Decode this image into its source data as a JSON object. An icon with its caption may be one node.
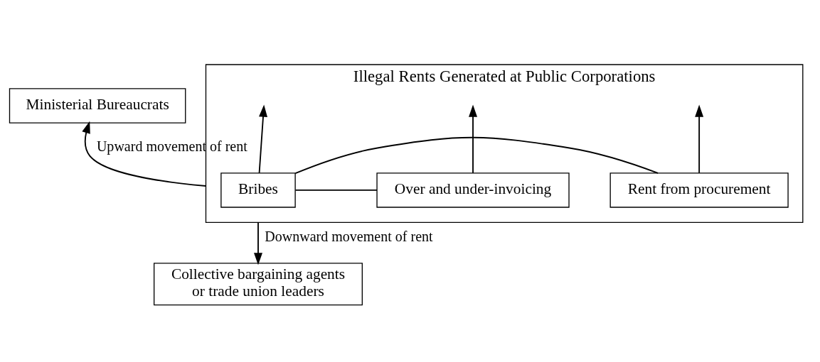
{
  "diagram": {
    "nodes": [
      {
        "text": [
          "Ministerial Bureaucrats"
        ]
      },
      {
        "text": [
          "Illegal Rents Generated at Public Corporations"
        ]
      },
      {
        "text": [
          "Over and under-invoicing"
        ],
        "in": 1
      },
      {
        "text": [
          "Bribes"
        ],
        "in": 1
      },
      {
        "text": [
          "Rent from procurement"
        ],
        "in": 1
      },
      {
        "text": [
          "Collective bargaining agents or trade union leaders"
        ]
      }
    ],
    "edges": [
      {
        "from": 1,
        "to": 0,
        "arrow": "to",
        "label": "Upward movement of rent"
      },
      {
        "from": 2,
        "to": null,
        "arrow": "to"
      },
      {
        "from": 3,
        "to": null,
        "arrow": "to"
      },
      {
        "from": 4,
        "to": null,
        "arrow": "to"
      },
      {
        "from": 2,
        "to": 3,
        "arrow": "none"
      },
      {
        "from": 3,
        "to": 4,
        "arrow": "none"
      },
      {
        "from": 1,
        "to": 5,
        "arrow": "to",
        "label": "Downward movement of rent"
      }
    ]
  }
}
